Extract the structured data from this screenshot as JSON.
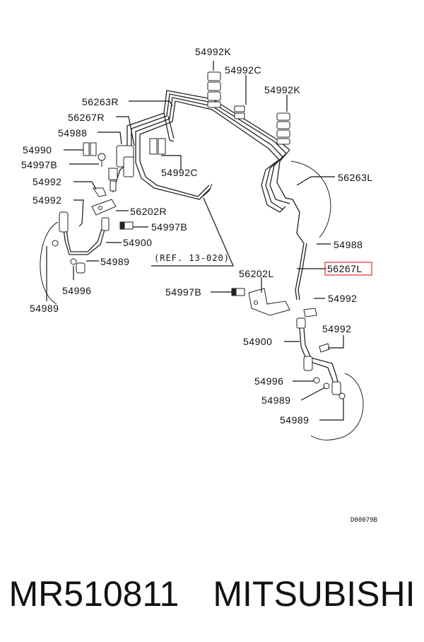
{
  "labels": {
    "l54992K_top": "54992K",
    "l54992C_top": "54992C",
    "l54992K_right": "54992K",
    "l56263R": "56263R",
    "l56267R": "56267R",
    "l54988_left": "54988",
    "l54990": "54990",
    "l54997B_left": "54997B",
    "l54992C_mid": "54992C",
    "l56263L": "56263L",
    "l54992_a": "54992",
    "l54992_b": "54992",
    "l56202R": "56202R",
    "l54997B_mid": "54997B",
    "l54900_left": "54900",
    "l54988_right": "54988",
    "l54989_mid": "54989",
    "ref": "(REF. 13-020)",
    "l56267L": "56267L",
    "l54996_left": "54996",
    "l56202L": "56202L",
    "l54989_left": "54989",
    "l54997B_low": "54997B",
    "l54992_right1": "54992",
    "l54992_right2": "54992",
    "l54900_right": "54900",
    "l54996_right": "54996",
    "l54989_right1": "54989",
    "l54989_right2": "54989",
    "code": "D00079B"
  },
  "highlight": {
    "part": "56267L",
    "color": "#e03030"
  },
  "footer": {
    "part_number": "MR510811",
    "brand": "MITSUBISHI"
  }
}
